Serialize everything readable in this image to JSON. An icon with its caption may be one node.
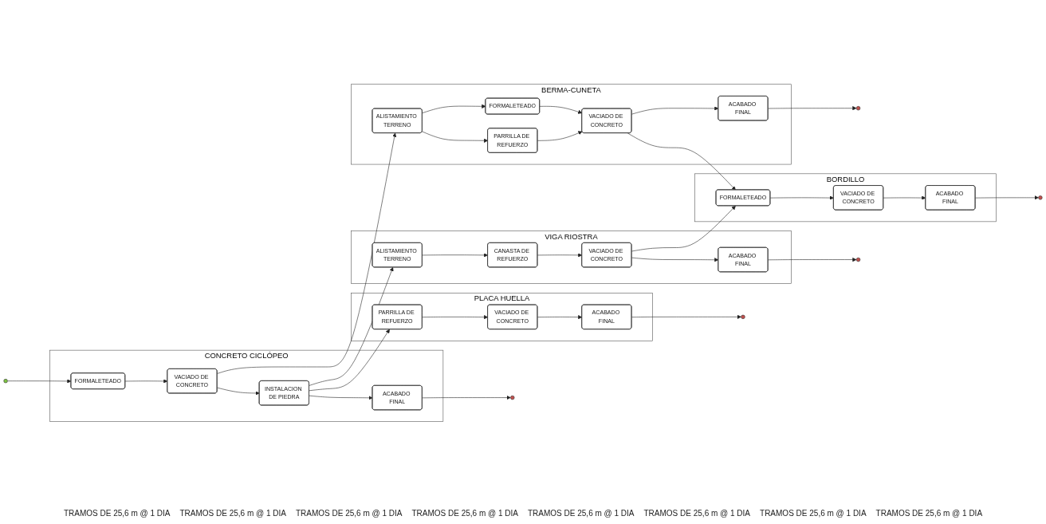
{
  "diagram": {
    "nodes": [
      {
        "text": [],
        "shape": "circle"
      },
      {
        "text": [
          "CONCRETO CICLÓPEO"
        ]
      },
      {
        "text": [
          "FORMALETEADO"
        ],
        "in": 1
      },
      {
        "text": [
          "VACIADO DE CONCRETO"
        ],
        "in": 1
      },
      {
        "text": [
          "INSTALACION DE PIEDRA"
        ],
        "in": 1
      },
      {
        "text": [
          "ACABADO FINAL"
        ],
        "in": 1
      },
      {
        "text": [],
        "shape": "circle"
      },
      {
        "text": [
          "PLACA HUELLA"
        ]
      },
      {
        "text": [
          "PARRILLA DE REFUERZO"
        ],
        "in": 7
      },
      {
        "text": [
          "VACIADO DE CONCRETO"
        ],
        "in": 7
      },
      {
        "text": [
          "ACABADO FINAL"
        ],
        "in": 7
      },
      {
        "text": [],
        "shape": "circle"
      },
      {
        "text": [
          "VIGA RIOSTRA"
        ]
      },
      {
        "text": [
          "ALISTAMIENTO TERRENO"
        ],
        "in": 12
      },
      {
        "text": [
          "CANASTA DE REFUERZO"
        ],
        "in": 12
      },
      {
        "text": [
          "VACIADO DE CONCRETO"
        ],
        "in": 12
      },
      {
        "text": [
          "ACABADO FINAL"
        ],
        "in": 12
      },
      {
        "text": [],
        "shape": "circle"
      },
      {
        "text": [
          "BORDILLO"
        ]
      },
      {
        "text": [
          "FORMALETEADO"
        ],
        "in": 18
      },
      {
        "text": [
          "VACIADO DE CONCRETO"
        ],
        "in": 18
      },
      {
        "text": [
          "ACABADO FINAL"
        ],
        "in": 18
      },
      {
        "text": [],
        "shape": "circle"
      },
      {
        "text": [
          "BERMA-CUNETA"
        ]
      },
      {
        "text": [
          "PARRILLA DE REFUERZO"
        ],
        "in": 23
      },
      {
        "text": [
          "ALISTAMIENTO TERRENO"
        ],
        "in": 23
      },
      {
        "text": [
          "VACIADO DE CONCRETO"
        ],
        "in": 23
      },
      {
        "text": [
          "ACABADO FINAL"
        ],
        "in": 23
      },
      {
        "text": [
          "FORMALETEADO"
        ],
        "in": 23
      },
      {
        "text": [],
        "shape": "circle"
      }
    ],
    "edges": [
      {
        "from": 0,
        "to": 2,
        "arrow": "to"
      },
      {
        "from": 2,
        "to": 3,
        "arrow": "to"
      },
      {
        "from": 3,
        "to": 4,
        "arrow": "to"
      },
      {
        "from": 4,
        "to": 5,
        "arrow": "to"
      },
      {
        "from": 5,
        "to": 6,
        "arrow": "to"
      },
      {
        "from": 4,
        "to": 8,
        "arrow": "to"
      },
      {
        "from": 4,
        "to": 13,
        "arrow": "to"
      },
      {
        "from": 3,
        "to": 25,
        "arrow": "to"
      },
      {
        "from": 8,
        "to": 9,
        "arrow": "to"
      },
      {
        "from": 9,
        "to": 10,
        "arrow": "to"
      },
      {
        "from": 10,
        "to": 11,
        "arrow": "to"
      },
      {
        "from": 13,
        "to": 14,
        "arrow": "to"
      },
      {
        "from": 14,
        "to": 15,
        "arrow": "to"
      },
      {
        "from": 15,
        "to": 16,
        "arrow": "to"
      },
      {
        "from": 16,
        "to": 17,
        "arrow": "to"
      },
      {
        "from": 15,
        "to": 19,
        "arrow": "to"
      },
      {
        "from": 26,
        "to": 19,
        "arrow": "to"
      },
      {
        "from": 19,
        "to": 20,
        "arrow": "to"
      },
      {
        "from": 20,
        "to": 21,
        "arrow": "to"
      },
      {
        "from": 21,
        "to": 22,
        "arrow": "to"
      },
      {
        "from": 25,
        "to": 24,
        "arrow": "to"
      },
      {
        "from": 25,
        "to": 28,
        "arrow": "to"
      },
      {
        "from": 24,
        "to": 26,
        "arrow": "to"
      },
      {
        "from": 28,
        "to": 26,
        "arrow": "to"
      },
      {
        "from": 26,
        "to": 27,
        "arrow": "to"
      },
      {
        "from": 27,
        "to": 29,
        "arrow": "to"
      }
    ],
    "labels": [
      "TRAMOS DE 25,6 m @ 1 DIA",
      "TRAMOS DE 25,6 m @ 1 DIA",
      "TRAMOS DE 25,6 m @ 1 DIA",
      "TRAMOS DE 25,6 m @ 1 DIA",
      "TRAMOS DE 25,6 m @ 1 DIA",
      "TRAMOS DE 25,6 m @ 1 DIA",
      "TRAMOS DE 25,6 m @ 1 DIA",
      "TRAMOS DE 25,6 m @ 1 DIA"
    ]
  }
}
